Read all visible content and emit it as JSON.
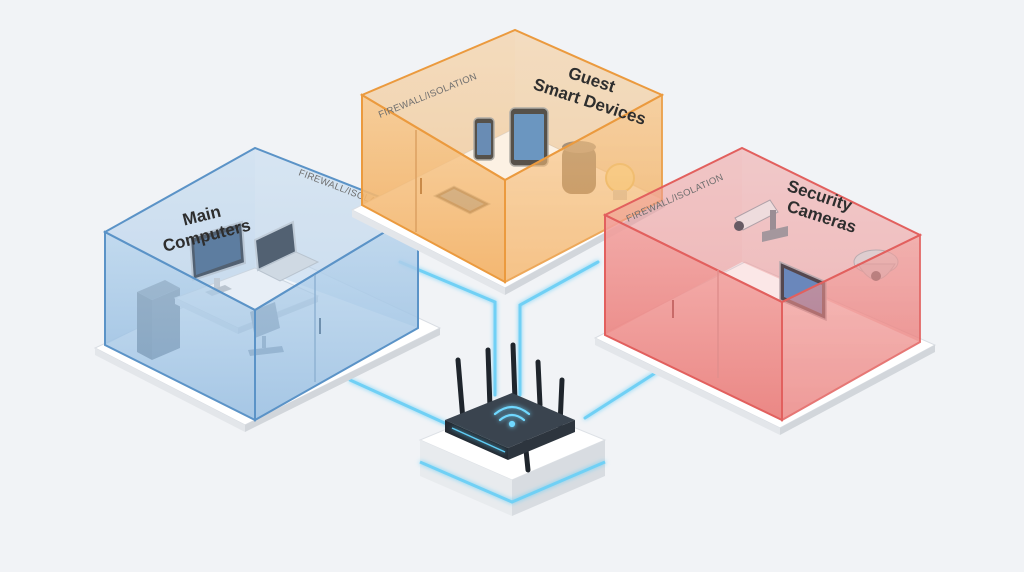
{
  "zones": {
    "main": {
      "title_line1": "Main",
      "title_line2": "Computers",
      "firewall_label": "FIREWALL/ISOLATION",
      "color": "#5b93c7"
    },
    "guest": {
      "title_line1": "Guest",
      "title_line2": "Smart Devices",
      "firewall_label": "FIREWALL/ISOLATION",
      "color": "#eb9a3e"
    },
    "security": {
      "title_line1": "Security",
      "title_line2": "Cameras",
      "firewall_label": "FIREWALL/ISOLATION",
      "color": "#e2605e"
    }
  },
  "router": {
    "icon": "wifi-router-icon",
    "glow_color": "#4fc3f0"
  },
  "devices": {
    "main": [
      "desktop-monitor-icon",
      "laptop-icon",
      "pc-tower-icon",
      "desk-icon",
      "office-chair-icon"
    ],
    "guest": [
      "smartphone-icon",
      "tablet-icon",
      "smart-speaker-icon",
      "smart-bulb-icon"
    ],
    "security": [
      "security-camera-icon",
      "dome-camera-icon",
      "monitor-display-icon"
    ]
  }
}
